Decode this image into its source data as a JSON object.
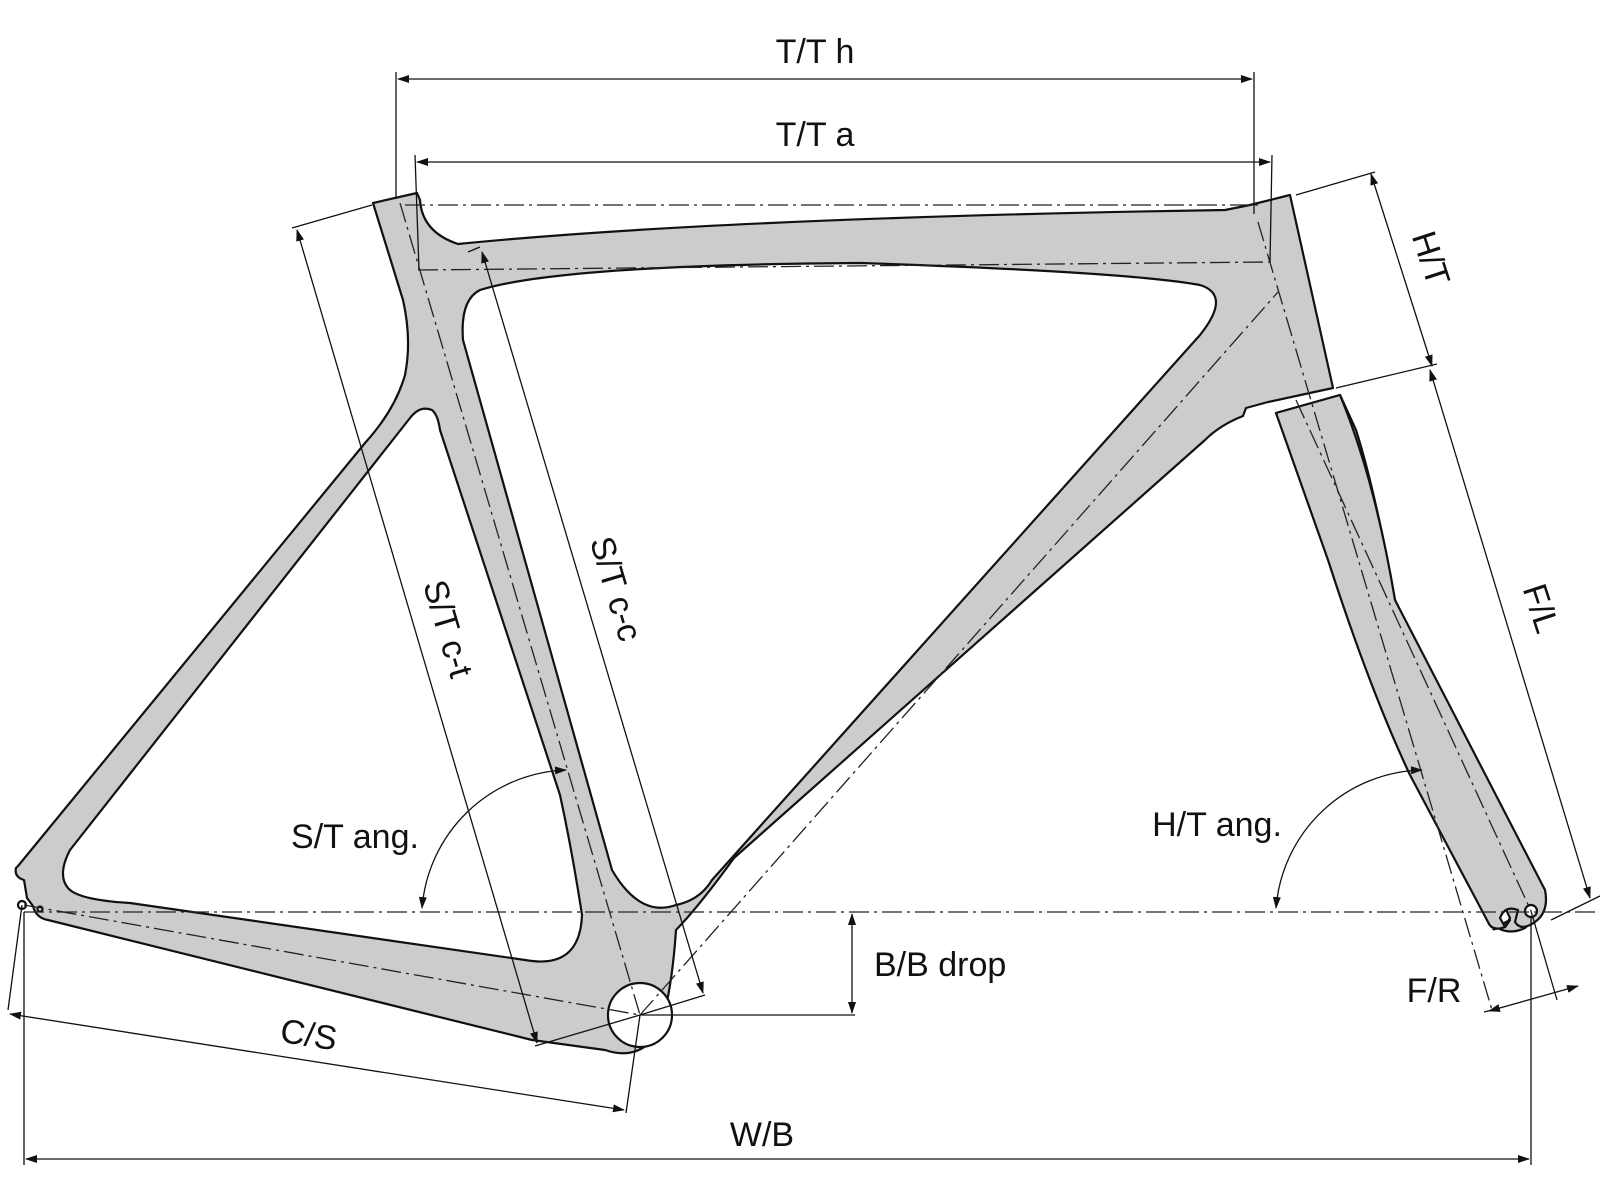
{
  "diagram": {
    "labels": {
      "tt_horizontal": "T/T h",
      "tt_actual": "T/T a",
      "head_tube": "H/T",
      "seat_tube_cc": "S/T c-c",
      "seat_tube_ct": "S/T c-t",
      "fork_length": "F/L",
      "seat_tube_angle": "S/T ang.",
      "head_tube_angle": "H/T ang.",
      "bb_drop": "B/B drop",
      "fork_rake": "F/R",
      "chainstay": "C/S",
      "wheelbase": "W/B"
    },
    "colors": {
      "frame_fill": "#cccccc",
      "line": "#111111",
      "background": "#ffffff"
    }
  }
}
